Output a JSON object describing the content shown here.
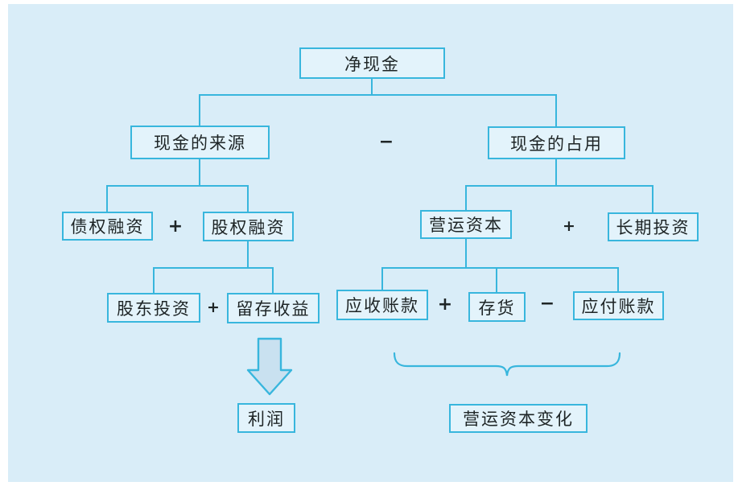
{
  "colors": {
    "page_bg": "#ffffff",
    "panel_bg": "#d9edf8",
    "line": "#38b6dd",
    "box_fill": "#e3f3fb",
    "text": "#1e2526",
    "arrow_fill": "#c9e1f0"
  },
  "nodes": {
    "net_cash": "净现金",
    "cash_sources": "现金的来源",
    "cash_uses": "现金的占用",
    "debt_financing": "债权融资",
    "equity_financing": "股权融资",
    "working_capital": "营运资本",
    "longterm_investment": "长期投资",
    "shareholder_investment": "股东投资",
    "retained_earnings": "留存收益",
    "accounts_receivable": "应收账款",
    "inventory": "存货",
    "accounts_payable": "应付账款",
    "profit": "利润",
    "working_capital_change": "营运资本变化"
  },
  "operators": {
    "minus_top": "−",
    "plus_financing": "+",
    "plus_uses": "+",
    "plus_equity": "+",
    "plus_wc": "+",
    "minus_wc": "−"
  }
}
